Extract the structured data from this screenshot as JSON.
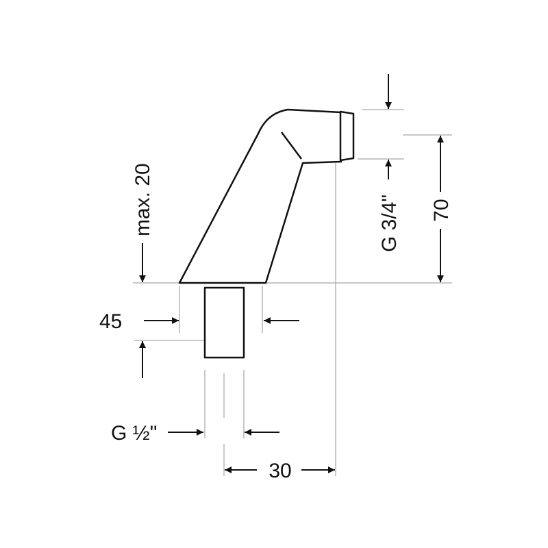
{
  "dimensions": {
    "max_depth": "max. 20",
    "outlet_thread": "G 3/4\"",
    "height": "70",
    "inlet_offset": "45",
    "inlet_thread": "G ½\"",
    "projection": "30"
  },
  "colors": {
    "ink": "#111111",
    "extension_line": "#b5b5b5",
    "background": "#ffffff"
  }
}
